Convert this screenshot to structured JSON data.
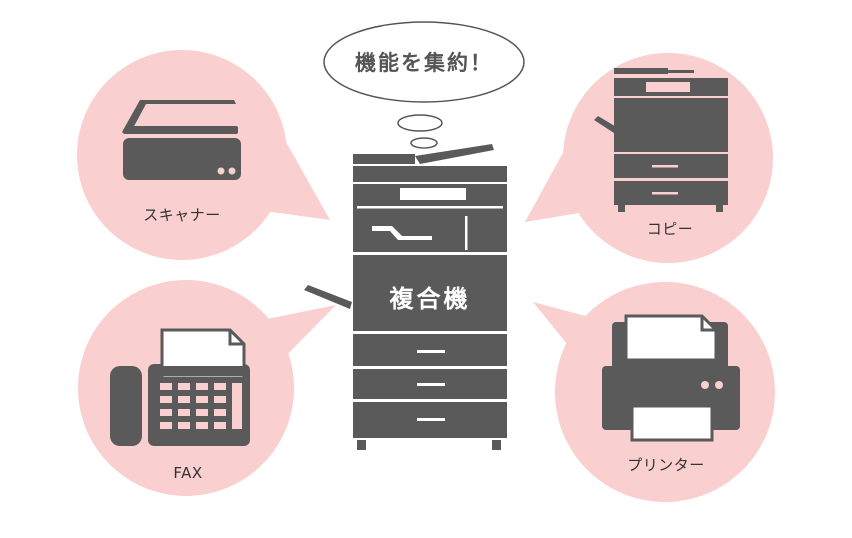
{
  "thought_bubble": {
    "text": "機能を集約！"
  },
  "center_device": {
    "label": "複合機",
    "icon": "multifunction-printer-icon"
  },
  "functions": [
    {
      "key": "scanner",
      "label": "スキャナー",
      "icon": "scanner-icon"
    },
    {
      "key": "copy",
      "label": "コピー",
      "icon": "copier-icon"
    },
    {
      "key": "fax",
      "label": "FAX",
      "icon": "fax-icon"
    },
    {
      "key": "printer",
      "label": "プリンター",
      "icon": "printer-icon"
    }
  ],
  "colors": {
    "bubble": "#f9cfcf",
    "icon": "#5a5a5a",
    "outline": "#555555",
    "background": "#ffffff"
  }
}
